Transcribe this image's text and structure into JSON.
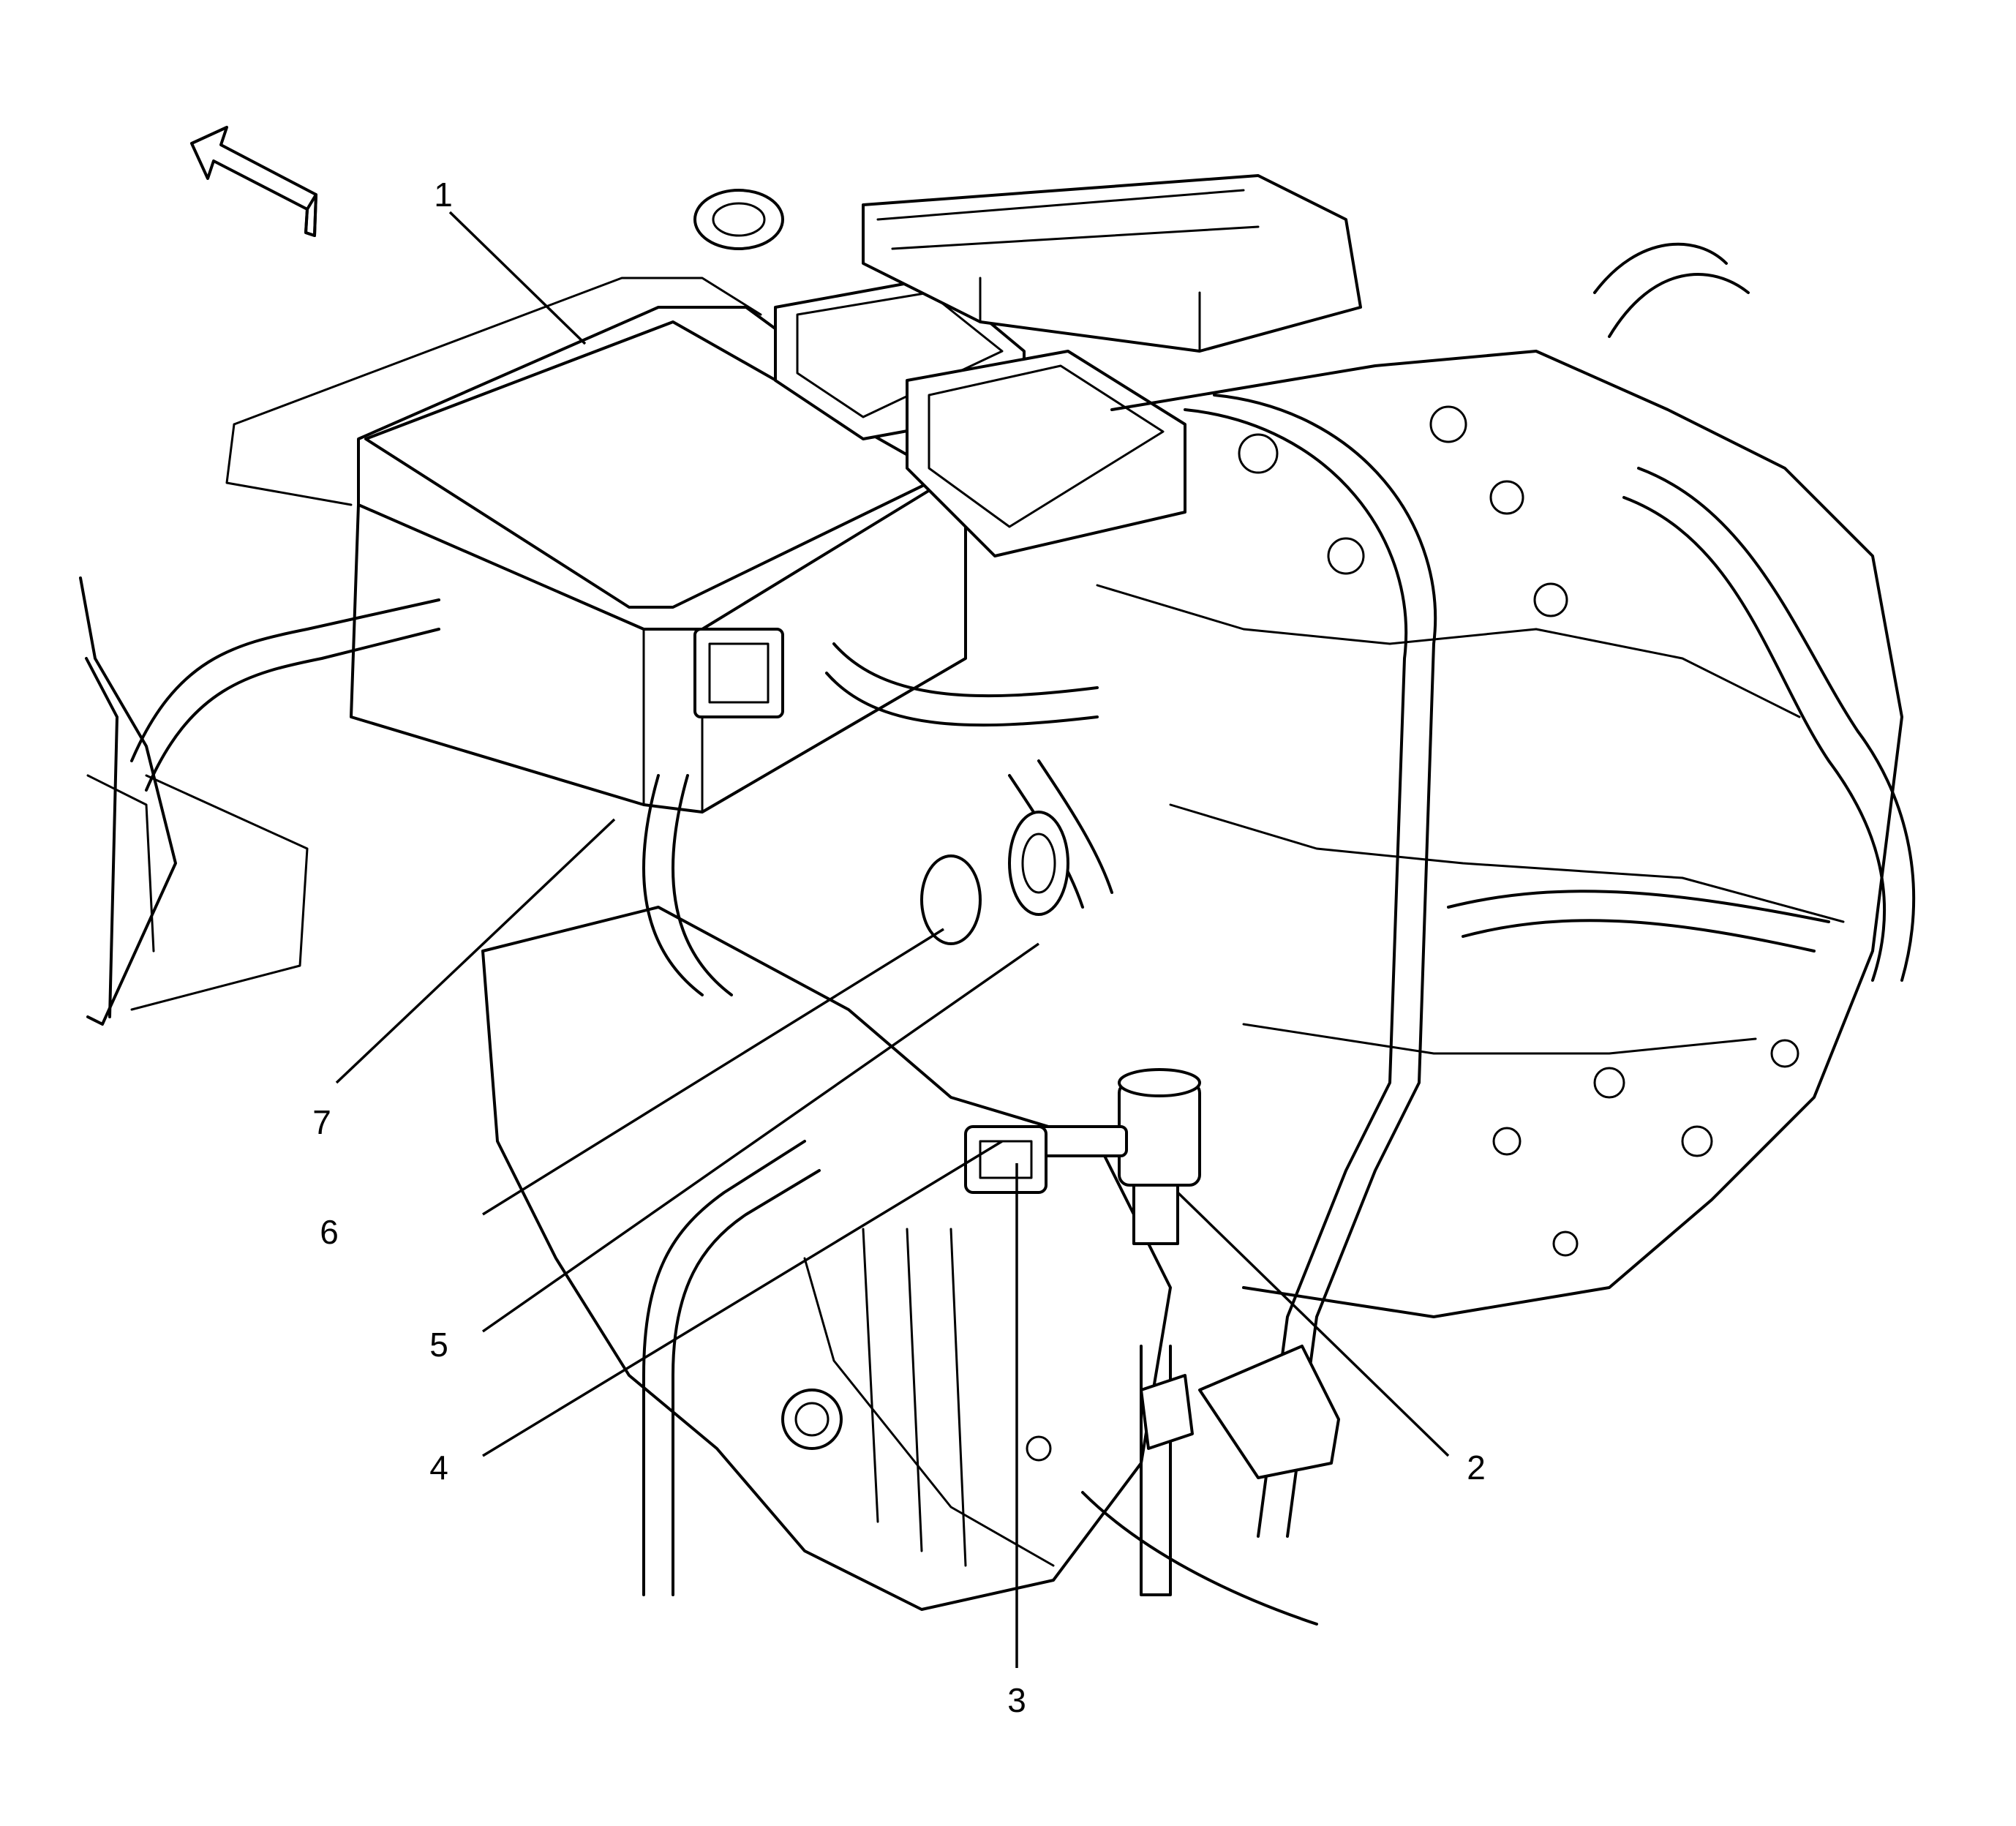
{
  "callouts": [
    {
      "id": "1",
      "label": "1"
    },
    {
      "id": "2",
      "label": "2"
    },
    {
      "id": "3",
      "label": "3"
    },
    {
      "id": "4",
      "label": "4"
    },
    {
      "id": "5",
      "label": "5"
    },
    {
      "id": "6",
      "label": "6"
    },
    {
      "id": "7",
      "label": "7"
    }
  ],
  "icons": {
    "direction_arrow": "forward-arrow-icon"
  }
}
